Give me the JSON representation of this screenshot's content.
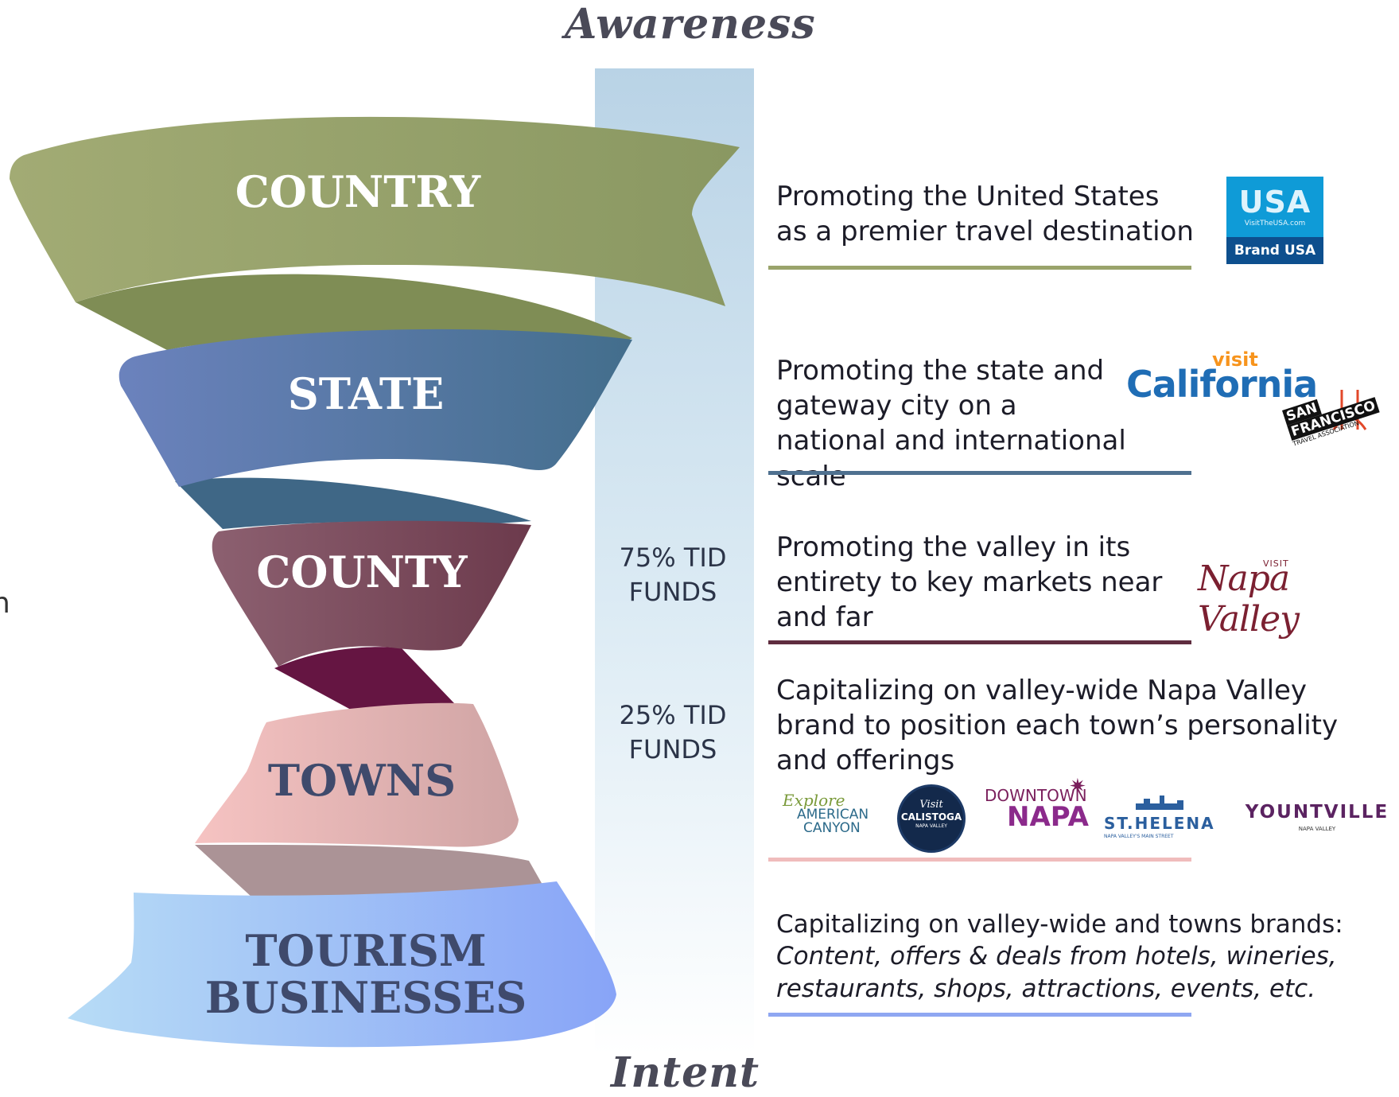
{
  "axis": {
    "top": "Awareness",
    "bottom": "Intent"
  },
  "tiers": [
    {
      "label": "COUNTRY",
      "description": "Promoting the United States as a premier travel destination",
      "color": "#8f9c62"
    },
    {
      "label": "STATE",
      "description": "Promoting the state and gateway city on a national and international scale",
      "color": "#4c7196"
    },
    {
      "label": "COUNTY",
      "description": "Promoting the valley in its entirety to key markets near and far",
      "color": "#70414f"
    },
    {
      "label": "TOWNS",
      "description": "Capitalizing on valley-wide Napa Valley brand to position each town’s personality and offerings",
      "color": "#e4aeb0"
    },
    {
      "label_line1": "TOURISM",
      "label_line2": "BUSINESSES",
      "description_line1": "Capitalizing on valley-wide and towns brands:",
      "description_italic": "Content, offers & deals from hotels, wineries, restaurants, shops, attractions, events, etc.",
      "color": "#8ea8f4"
    }
  ],
  "funds": {
    "county": {
      "line1": "75% TID",
      "line2": "FUNDS"
    },
    "towns": {
      "line1": "25% TID",
      "line2": "FUNDS"
    }
  },
  "logos": {
    "brand_usa": {
      "mark": "USA",
      "url": "VisitTheUSA.com",
      "caption": "Brand USA",
      "color": "#0f9bd7"
    },
    "visit_california": {
      "visit": "visit",
      "name": "California"
    },
    "sf_travel": {
      "line1": "SAN",
      "line2": "FRANCISCO",
      "line3": "TRAVEL ASSOCIATION"
    },
    "visit_napa": {
      "visit": "VISIT",
      "name": "Napa Valley"
    },
    "american_canyon": {
      "line1": "Explore",
      "line2": "AMERICAN",
      "line3": "CANYON"
    },
    "calistoga": {
      "line1": "Visit",
      "line2": "CALISTOGA",
      "line3": "NAPA VALLEY"
    },
    "downtown_napa": {
      "line1": "DOWNTOWN",
      "line2": "NAPA"
    },
    "st_helena": {
      "name": "ST.HELENA",
      "tagline": "NAPA VALLEY'S MAIN STREET"
    },
    "yountville": {
      "name": "YOUNTVILLE",
      "tagline": "NAPA VALLEY"
    }
  },
  "edge_fragments": {
    "a": "n",
    "b": ","
  }
}
